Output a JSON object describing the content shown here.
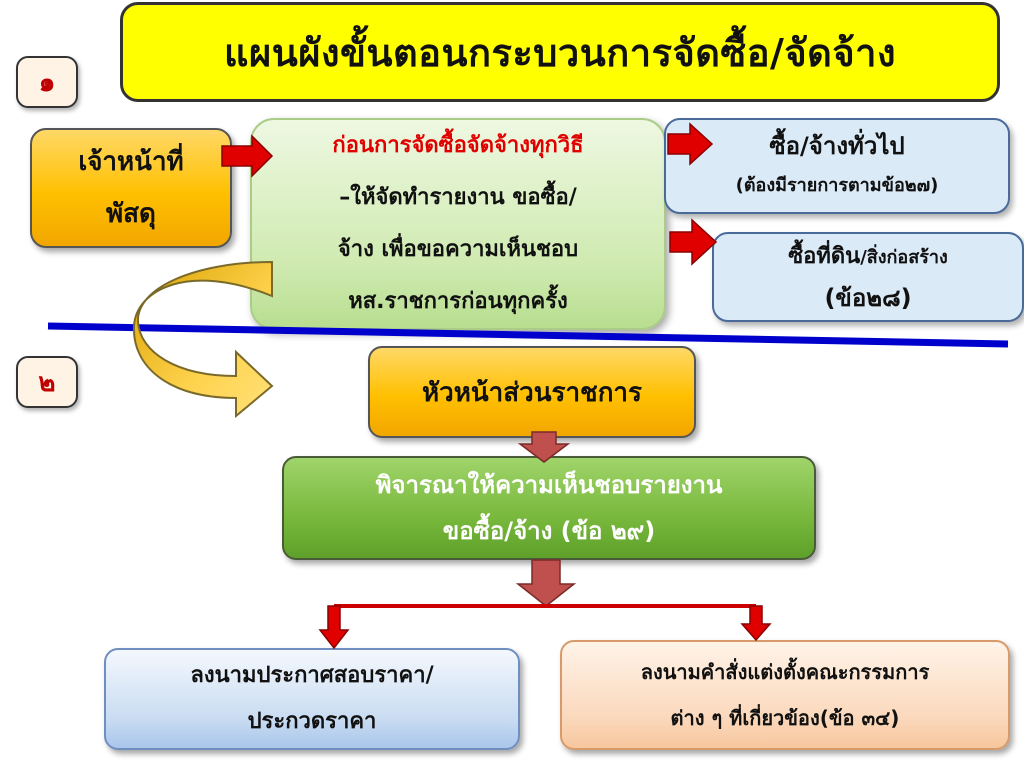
{
  "title": "แผนผังขั้นตอนกระบวนการจัดซื้อ/จัดจ้าง",
  "steps": {
    "step1": "๑",
    "step2": "๒"
  },
  "officer": {
    "line1": "เจ้าหน้าที่",
    "line2": "พัสดุ"
  },
  "before_procurement": {
    "line1": "ก่อนการจัดซื้อจัดจ้างทุกวิธี",
    "line2": "–ให้จัดทำรายงาน ขอซื้อ/",
    "line3": "จ้าง เพื่อขอความเห็นชอบ",
    "line4": "หส.ราชการก่อนทุกครั้ง"
  },
  "general_purchase": {
    "line1": "ซื้อ/จ้างทั่วไป",
    "line2": "(ต้องมีรายการตามข้อ๒๗)"
  },
  "land_purchase": {
    "line1_a": "ซื้อที่ดิน",
    "line1_b": "/สิ่งก่อสร้าง",
    "line2": "(ข้อ๒๘)"
  },
  "agency_head": "หัวหน้าส่วนราชการ",
  "consider": {
    "line1": "พิจารณาให้ความเห็นชอบรายงาน",
    "line2": "ขอซื้อ/จ้าง (ข้อ ๒๙)"
  },
  "announce": {
    "line1": "ลงนามประกาศสอบราคา/",
    "line2": "ประกวดราคา"
  },
  "committee_order": {
    "line1": "ลงนามคำสั่งแต่งตั้งคณะกรรมการ",
    "line2": "ต่าง ๆ ที่เกี่ยวข้อง(ข้อ ๓๔)"
  },
  "colors": {
    "title_bg": "#ffff00",
    "officer_bg": "#ffc000",
    "divider": "#0000cc",
    "arrow_red": "#e00000",
    "arrow_dark_red": "#c0392b",
    "green_box": "#78b83c",
    "blue_box": "#dbeaf7",
    "orange_box": "#fbd9bd"
  }
}
